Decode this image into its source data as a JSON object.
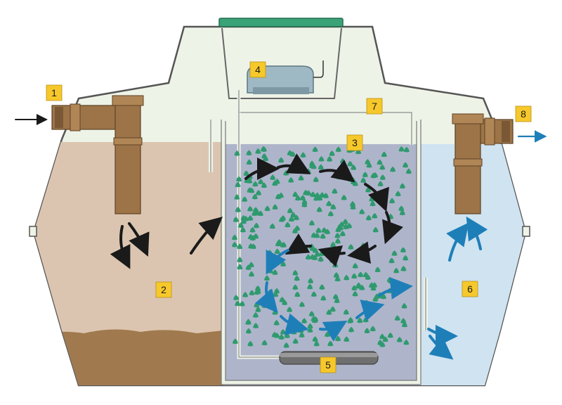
{
  "labels": [
    {
      "id": "1",
      "text": "1"
    },
    {
      "id": "2",
      "text": "2"
    },
    {
      "id": "3",
      "text": "3"
    },
    {
      "id": "4",
      "text": "4"
    },
    {
      "id": "5",
      "text": "5"
    },
    {
      "id": "6",
      "text": "6"
    },
    {
      "id": "7",
      "text": "7"
    },
    {
      "id": "8",
      "text": "8"
    }
  ],
  "colors": {
    "tank_air": "#eef3e7",
    "sludge_water": "#dcc5b0",
    "sludge": "#a07a4e",
    "bio_water": "#aeb5cb",
    "clear_water": "#cfe3f1",
    "pipe": "#9c7448",
    "media": "#2f9a6e",
    "flow_dark": "#1a1a1a",
    "flow_blue": "#1e7fb8",
    "lid": "#3aa478"
  }
}
